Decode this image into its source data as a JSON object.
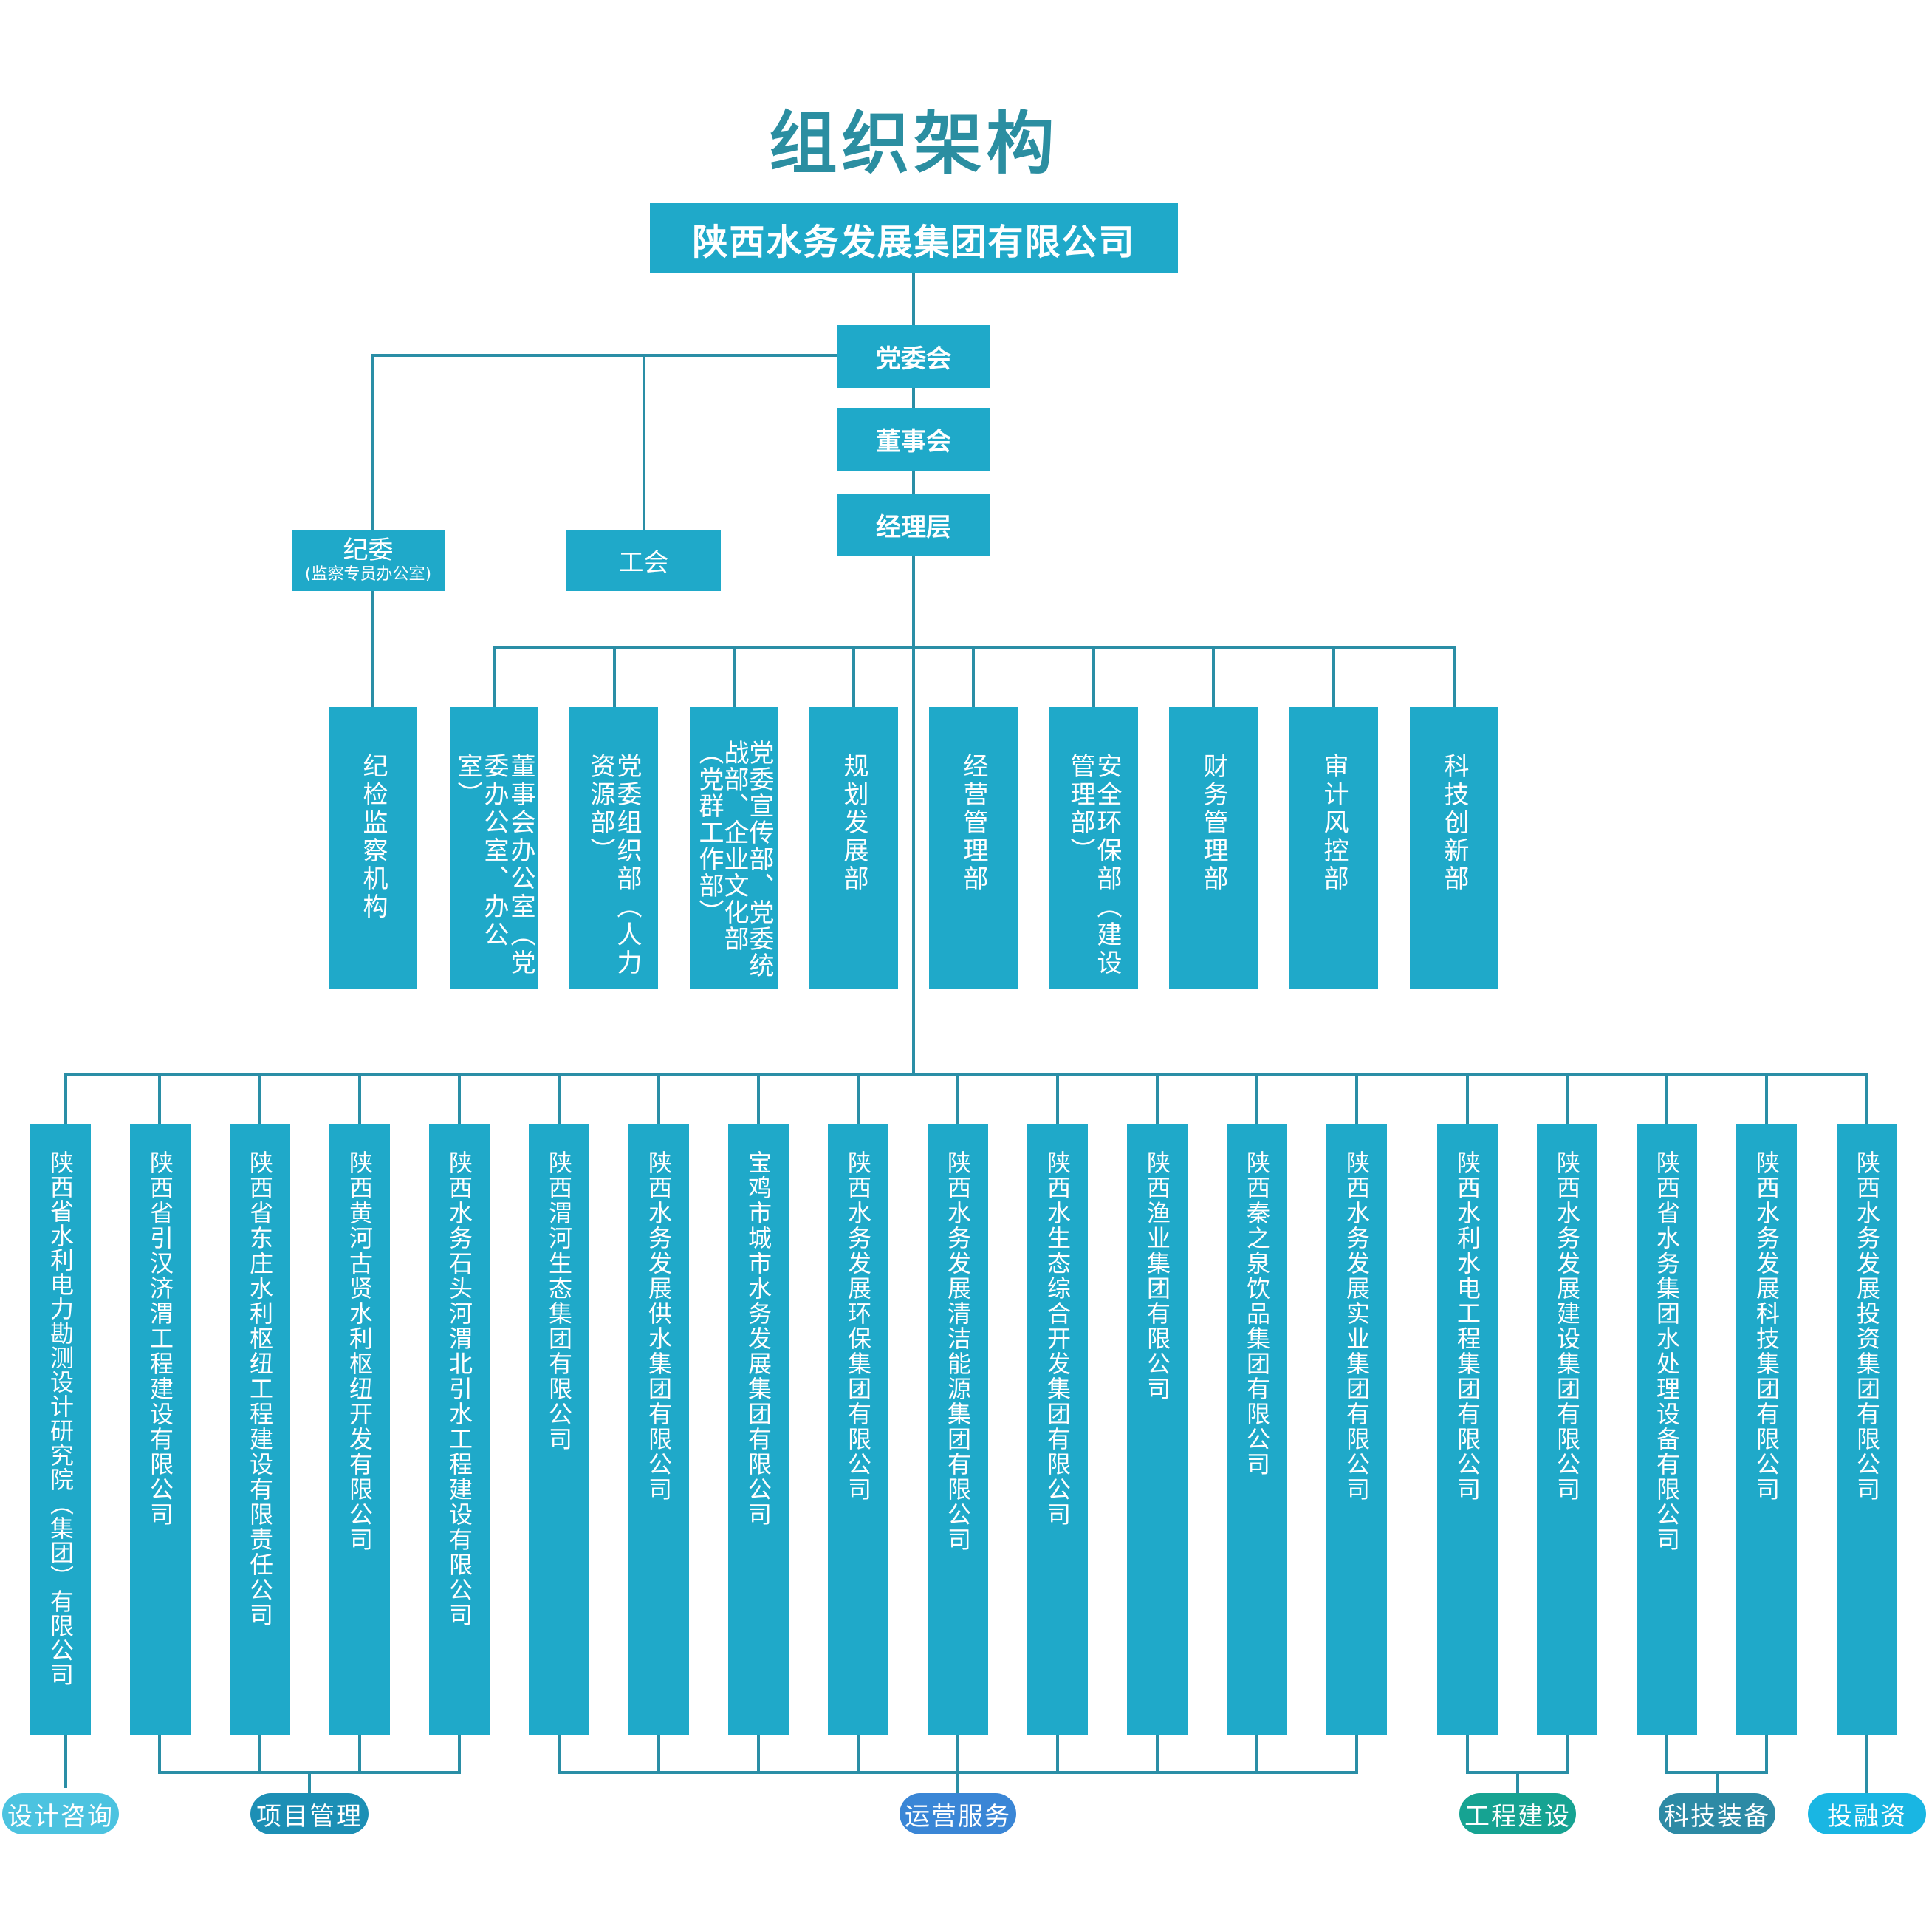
{
  "title": "组织架构",
  "company": "陕西水务发展集团有限公司",
  "levels": {
    "party_committee": "党委会",
    "board": "董事会",
    "management": "经理层"
  },
  "side": {
    "discipline": "纪委",
    "discipline_sub": "(监察专员办公室)",
    "union": "工会"
  },
  "departments": [
    "纪检监察机构",
    "董事会办公室（党委办公室、办公室）",
    "党委组织部（人力资源部）",
    "党委宣传部、党委统战部、企业文化部（党群工作部）",
    "规划发展部",
    "经营管理部",
    "安全环保部（建设管理部）",
    "财务管理部",
    "审计风控部",
    "科技创新部"
  ],
  "subsidiaries": [
    "陕西省水利电力勘测设计研究院（集团）有限公司",
    "陕西省引汉济渭工程建设有限公司",
    "陕西省东庄水利枢纽工程建设有限责任公司",
    "陕西黄河古贤水利枢纽开发有限公司",
    "陕西水务石头河渭北引水工程建设有限公司",
    "陕西渭河生态集团有限公司",
    "陕西水务发展供水集团有限公司",
    "宝鸡市城市水务发展集团有限公司",
    "陕西水务发展环保集团有限公司",
    "陕西水务发展清洁能源集团有限公司",
    "陕西水生态综合开发集团有限公司",
    "陕西渔业集团有限公司",
    "陕西秦之泉饮品集团有限公司",
    "陕西水务发展实业集团有限公司",
    "陕西水利水电工程集团有限公司",
    "陕西水务发展建设集团有限公司",
    "陕西省水务集团水处理设备有限公司",
    "陕西水务发展科技集团有限公司",
    "陕西水务发展投资集团有限公司"
  ],
  "segments": [
    {
      "label": "设计咨询",
      "color": "#4cc3e0"
    },
    {
      "label": "项目管理",
      "color": "#1c8fb5"
    },
    {
      "label": "运营服务",
      "color": "#3a86d6"
    },
    {
      "label": "工程建设",
      "color": "#16a392"
    },
    {
      "label": "科技装备",
      "color": "#2d8aa5"
    },
    {
      "label": "投融资",
      "color": "#19b6e3"
    }
  ],
  "colors": {
    "box": "#1fa9c9",
    "line": "#2a8ea6",
    "title": "#2b8ea1"
  }
}
